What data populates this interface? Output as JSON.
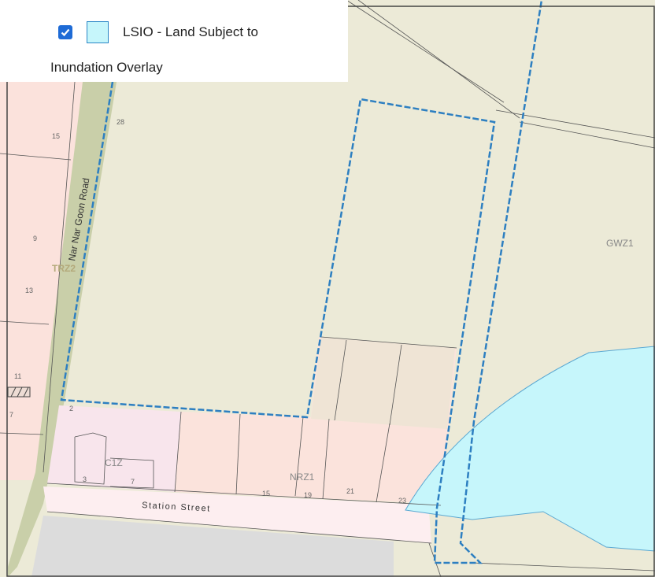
{
  "legend": {
    "checkbox_checked": true,
    "swatch_color": "#c6f6fb",
    "label_line1": "LSIO - Land Subject to",
    "label_line2": "Inundation Overlay"
  },
  "map": {
    "road_label": "Nar Nar Goon Road",
    "street_label": "Station Street",
    "zones": {
      "trz2": "TRZ2",
      "c1z": "C1Z",
      "nrz1": "NRZ1",
      "gwz1": "GWZ1"
    },
    "lot_numbers": [
      "28",
      "15",
      "9",
      "13",
      "11",
      "7",
      "2",
      "3",
      "7",
      "15",
      "19",
      "21",
      "23"
    ],
    "colors": {
      "gwz_fill": "#ecead7",
      "trz_strip": "#c8cda8",
      "residential_pink": "#fbe3dc",
      "commercial_pink": "#f8e6ec",
      "lsio_fill": "#c6f6fb",
      "overlay_dash": "#2d7fc1"
    }
  }
}
